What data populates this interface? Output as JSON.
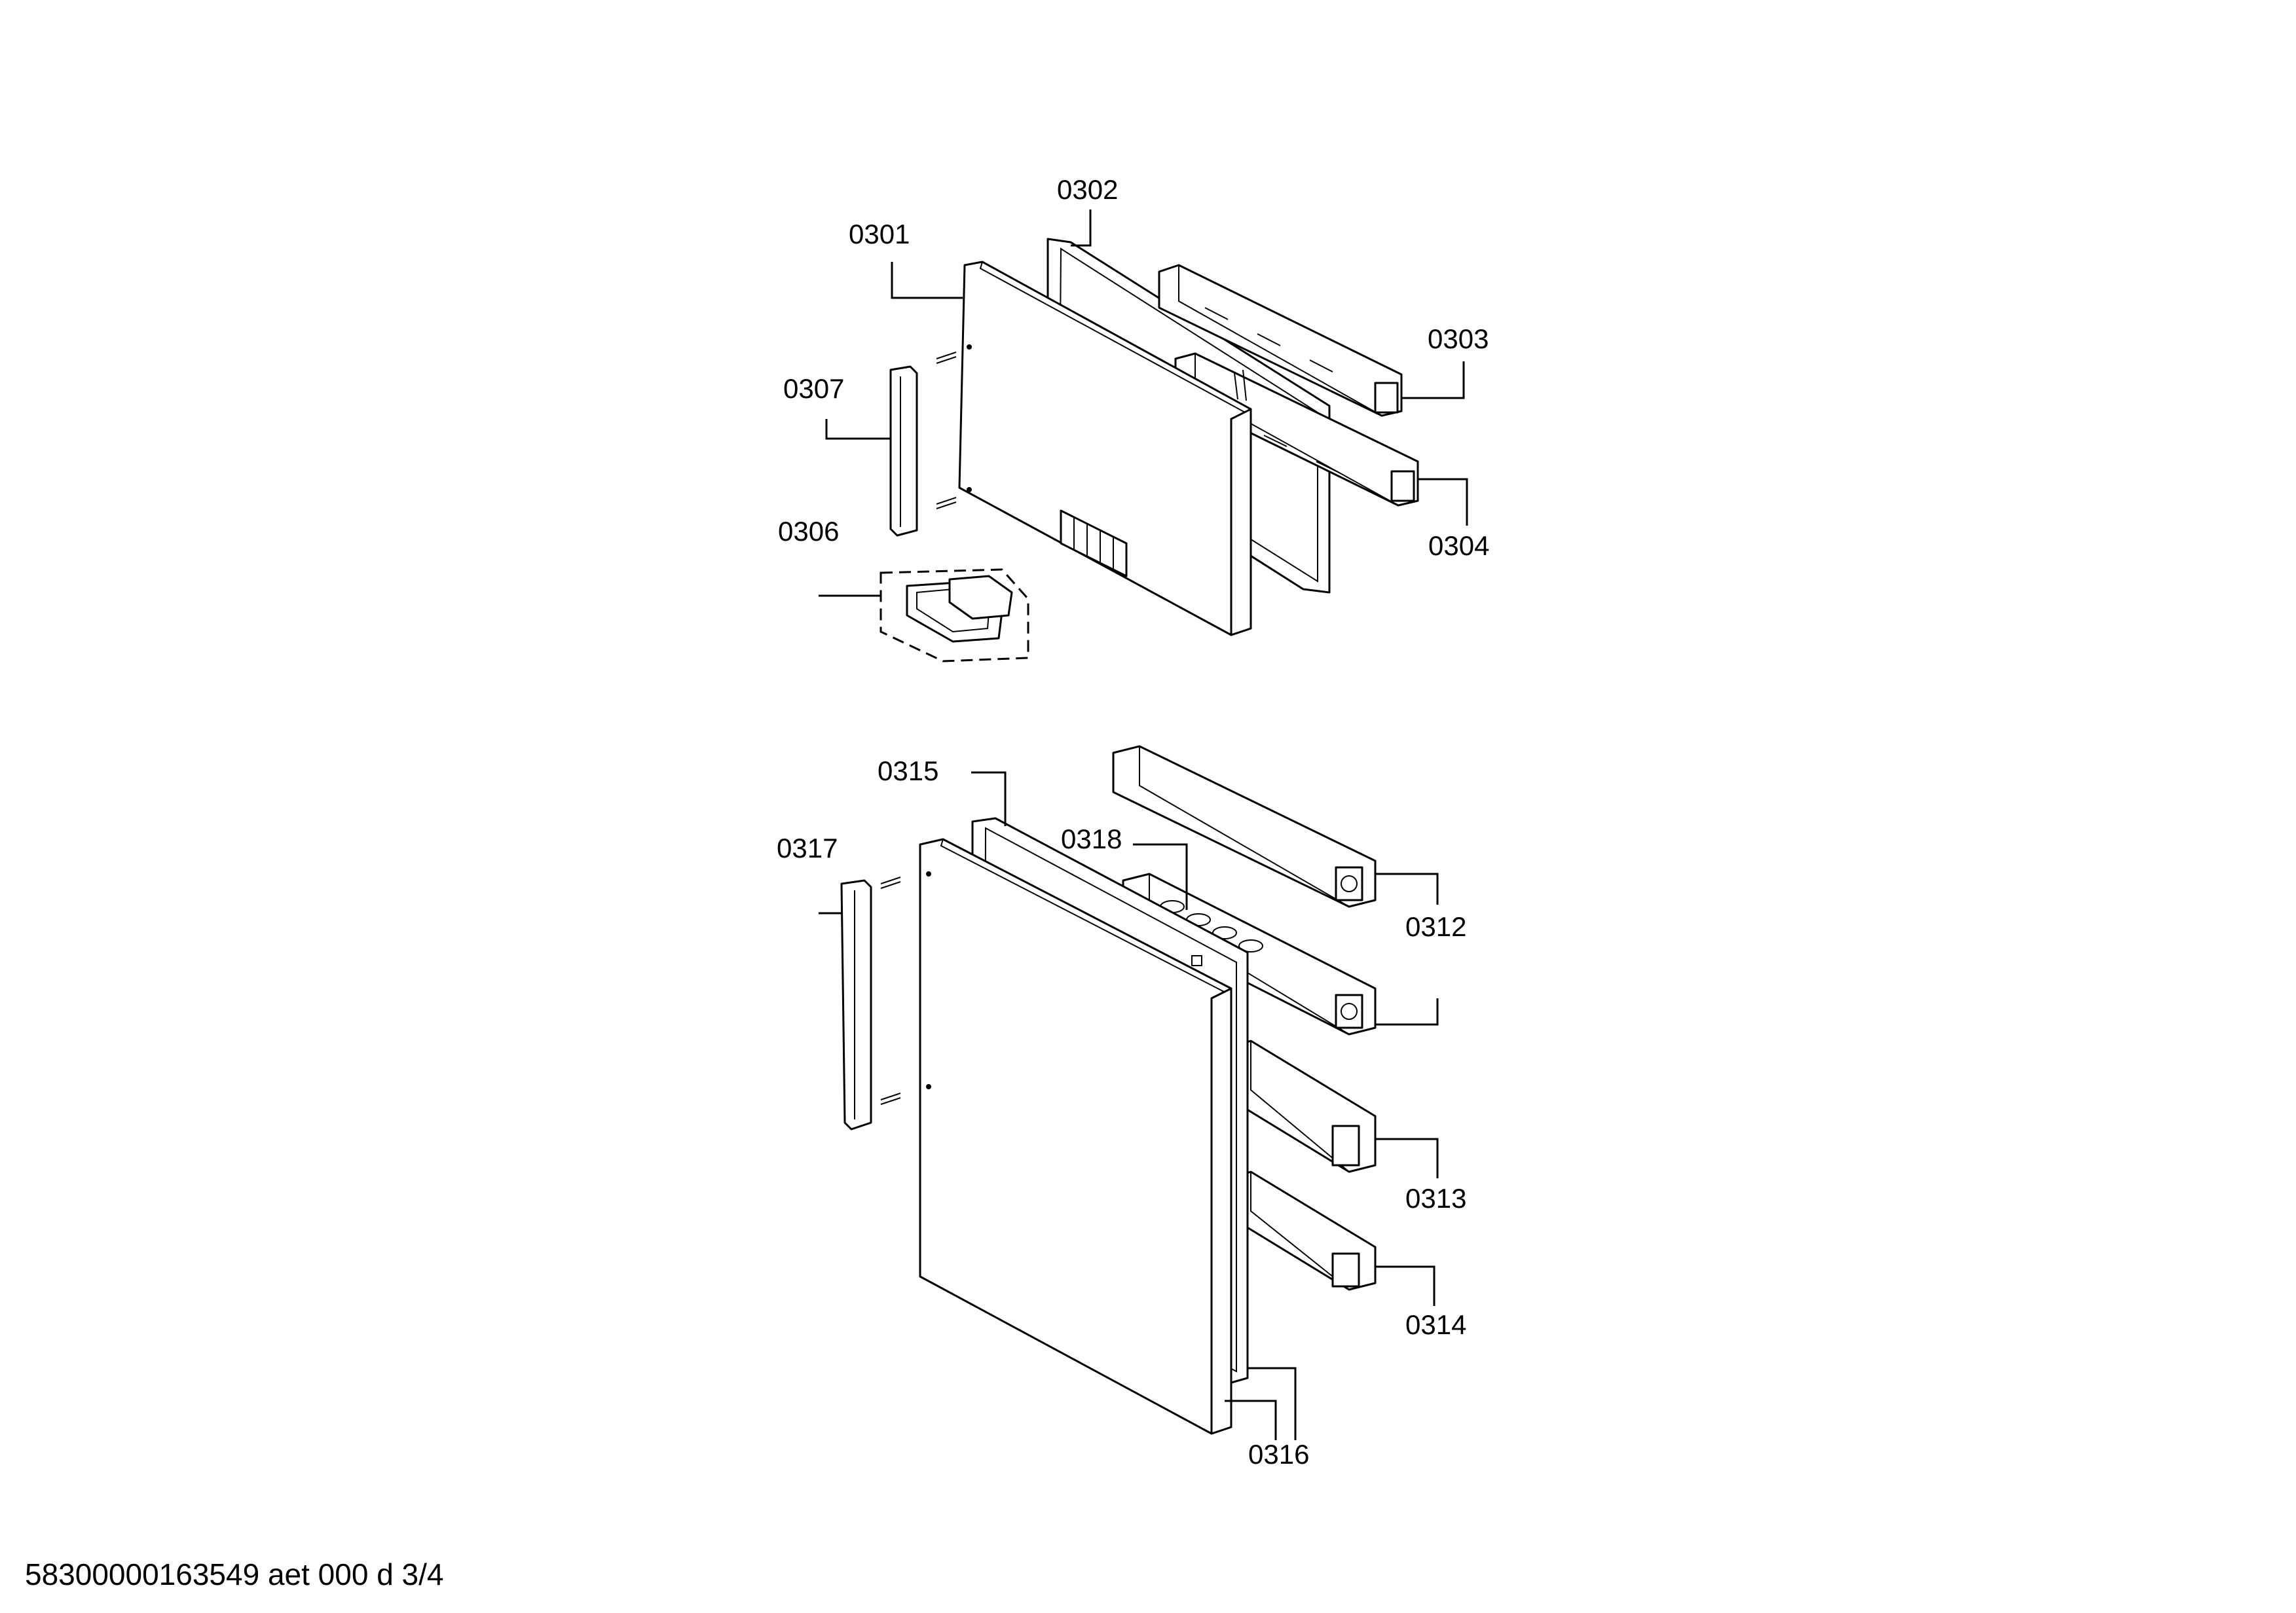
{
  "labels": {
    "p0301": "0301",
    "p0302": "0302",
    "p0303": "0303",
    "p0304": "0304",
    "p0306": "0306",
    "p0307": "0307",
    "p0312": "0312",
    "p0313": "0313",
    "p0314": "0314",
    "p0315": "0315",
    "p0316": "0316",
    "p0317": "0317",
    "p0318": "0318"
  },
  "footer": {
    "text": "58300000163549 aet 000 d 3/4"
  }
}
